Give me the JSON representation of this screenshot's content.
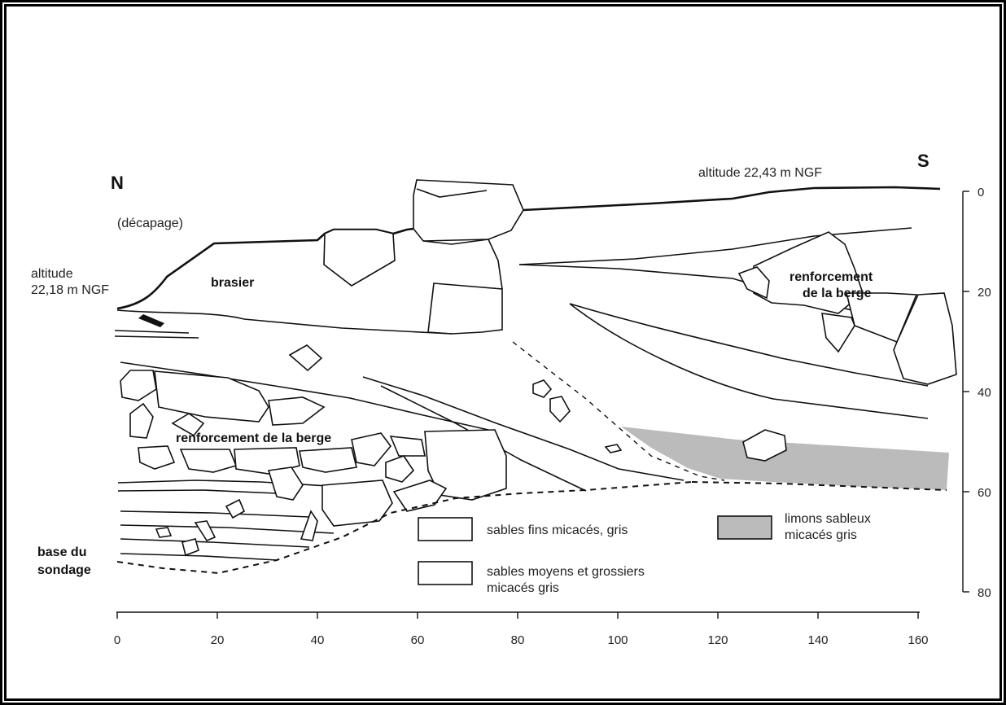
{
  "orientation": {
    "north": "N",
    "south": "S"
  },
  "annotations": {
    "decapage": "(décapage)",
    "altitude_left_line1": "altitude",
    "altitude_left_line2": "22,18 m NGF",
    "altitude_right": "altitude 22,43 m NGF",
    "base_line1": "base du",
    "base_line2": "sondage"
  },
  "zones": {
    "brasier": "brasier",
    "renforcement_left": "renforcement de la berge",
    "renforcement_right_line1": "renforcement",
    "renforcement_right_line2": "de la berge"
  },
  "legend": {
    "fins": "sables fins micacés, gris",
    "moyens_line1": "sables moyens et grossiers",
    "moyens_line2": "micacés gris",
    "limons_line1": "limons sableux",
    "limons_line2": "micacés gris",
    "limons_color": "#bbbbbb"
  },
  "x_axis": {
    "ticks": [
      "0",
      "20",
      "40",
      "60",
      "80",
      "100",
      "120",
      "140",
      "160"
    ]
  },
  "y_axis": {
    "ticks": [
      "0",
      "20",
      "40",
      "60",
      "80"
    ]
  }
}
